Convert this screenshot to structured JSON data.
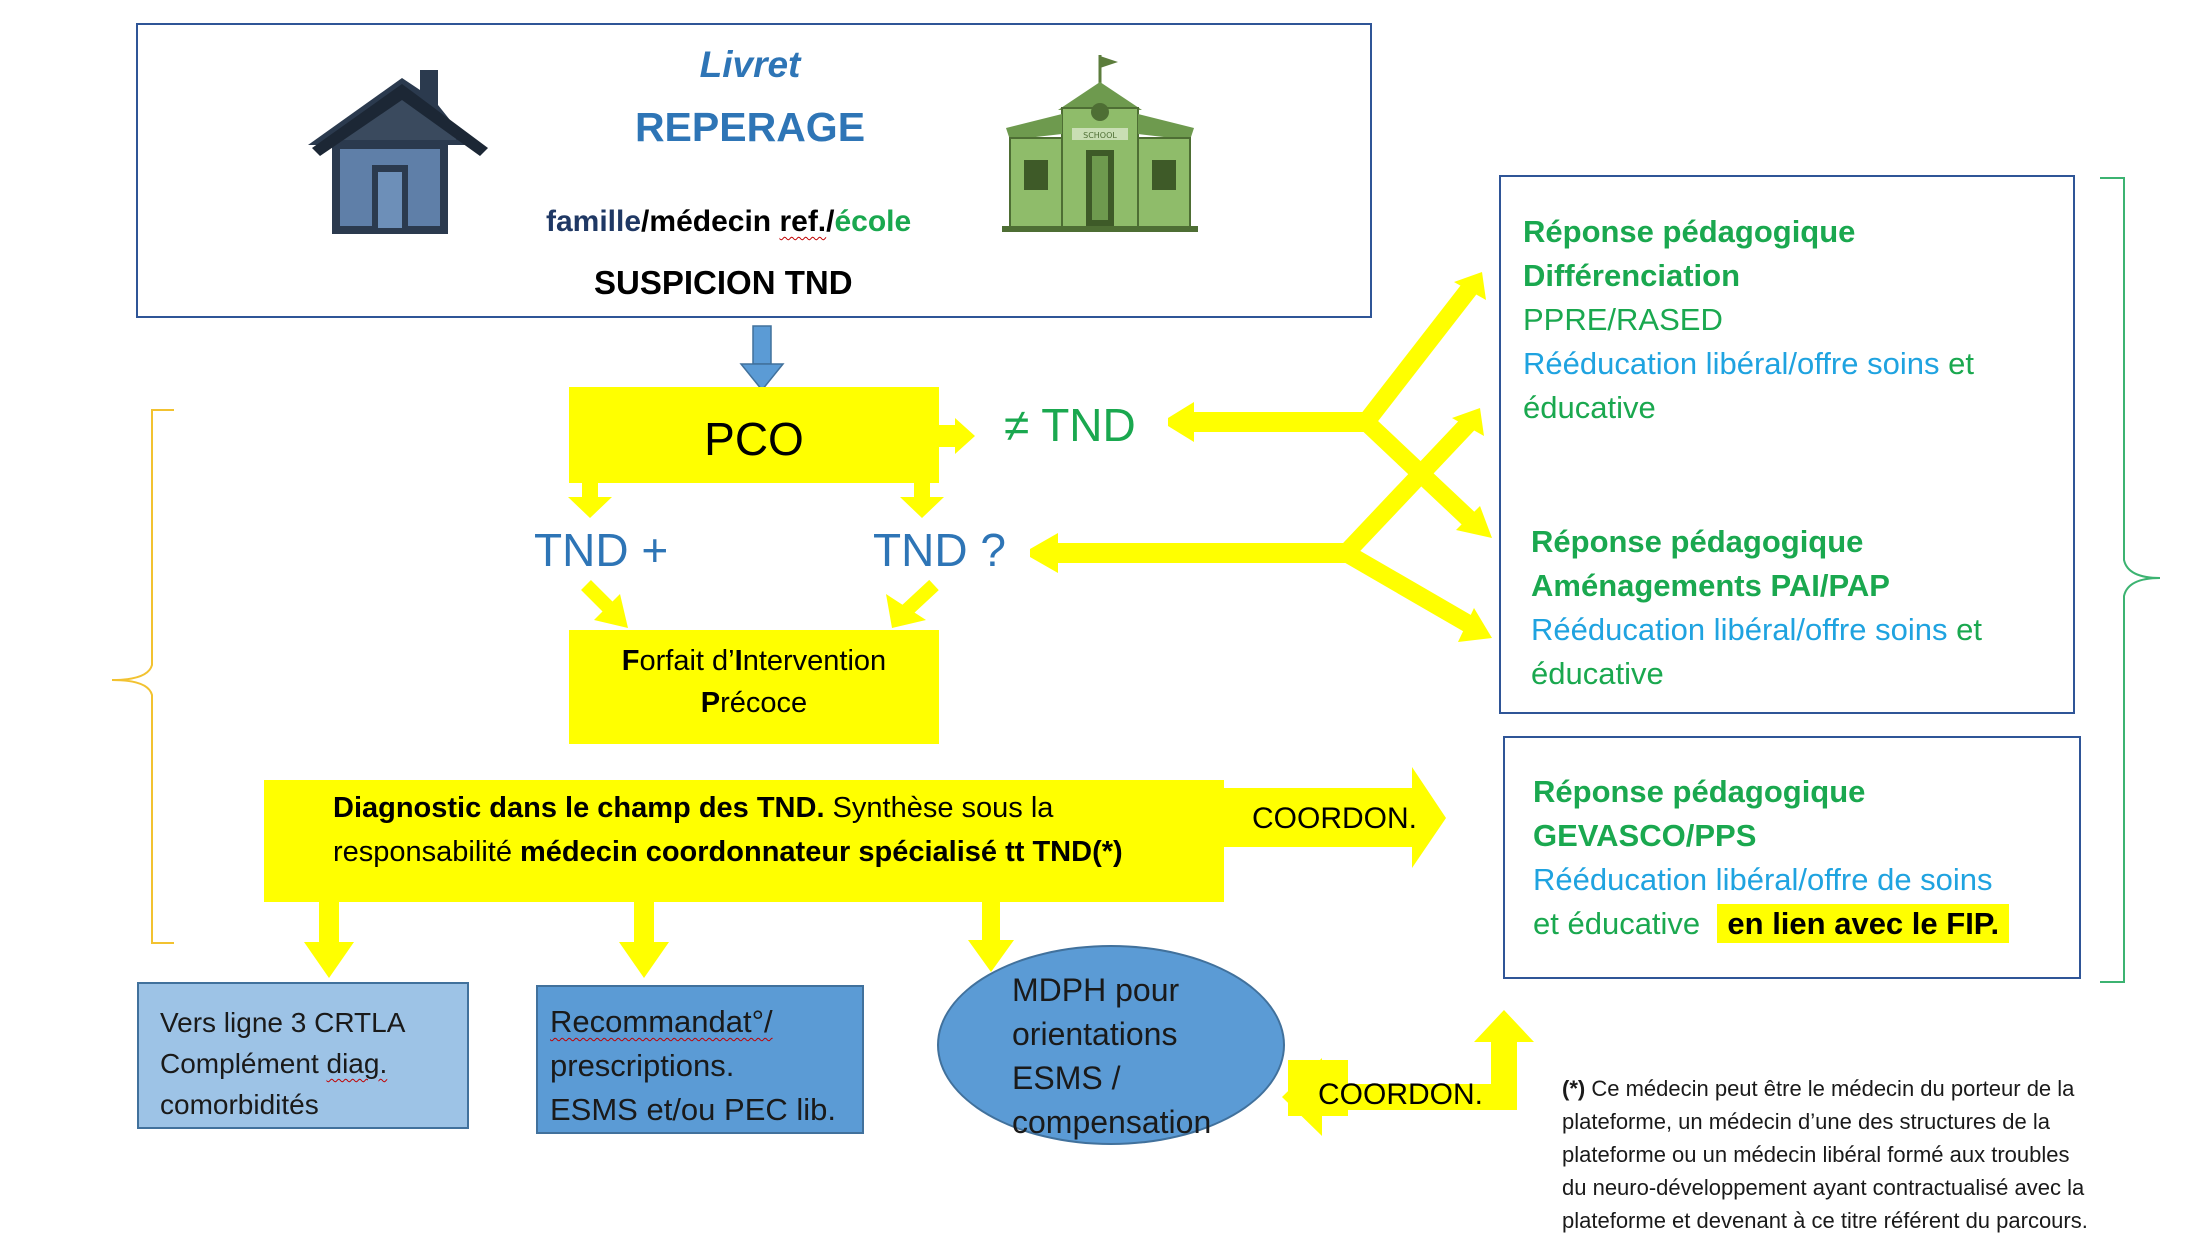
{
  "top": {
    "title_line1": "Livret",
    "title_line2": "REPERAGE",
    "actors_famille": "famille",
    "actors_slash1": "/",
    "actors_medecin": "médecin",
    "actors_ref": "ref.",
    "actors_slash2": "/",
    "actors_ecole": "école",
    "suspicion": "SUSPICION TND",
    "school_sign": "SCHOOL"
  },
  "pco": {
    "label": "PCO"
  },
  "not_tnd": {
    "label": "≠ TND"
  },
  "tnd_plus": {
    "label": "TND +"
  },
  "tnd_q": {
    "label": "TND ?"
  },
  "fip": {
    "f": "F",
    "orfait": "orfait d’",
    "i": "I",
    "ntervention": "ntervention",
    "p": "P",
    "recoce": "récoce"
  },
  "diagnostic": {
    "bold1": "Diagnostic dans le champ des TND.",
    "normal1": " Synthèse sous la",
    "normal2": "responsabilité ",
    "bold2": "médecin coordonnateur spécialisé tt TND(*)"
  },
  "coordon_right": "COORDON.",
  "coordon_bottom": "COORDON.",
  "reponse1": {
    "l1": "Réponse pédagogique",
    "l2": "Différenciation",
    "l3": "PPRE/RASED",
    "l4a": "Rééducation libéral/offre soins",
    "l4b": " et",
    "l5": "éducative"
  },
  "reponse2": {
    "l1": "Réponse pédagogique",
    "l2": "Aménagements PAI/PAP",
    "l3a": "Rééducation libéral/offre soins",
    "l3b": " et",
    "l4": "éducative"
  },
  "reponse3": {
    "l1": "Réponse pédagogique",
    "l2": "GEVASCO/PPS",
    "l3": "Rééducation libéral/offre de soins",
    "l4": "et éducative",
    "l4_highlight": "en lien avec le FIP."
  },
  "crtla": {
    "l1": "Vers ligne 3 CRTLA",
    "l2a": "Complément ",
    "l2b": "diag.",
    "l3": "comorbidités"
  },
  "recommandat": {
    "l1": "Recommandat°/",
    "l2": "prescriptions.",
    "l3": "ESMS et/ou PEC lib."
  },
  "mdph": {
    "l1": "MDPH pour",
    "l2": "orientations",
    "l3": "ESMS /",
    "l4": "compensation"
  },
  "footnote": {
    "star": "(*)",
    "l1": " Ce médecin peut être le médecin du porteur de la",
    "l2": "plateforme, un médecin d’une des structures de la",
    "l3": "plateforme ou un médecin libéral formé aux troubles",
    "l4": "du neuro-développement ayant contractualisé avec la",
    "l5": "plateforme et devenant à ce titre référent du parcours."
  },
  "colors": {
    "yellow": "#ffff00",
    "box_border": "#2f5597",
    "blue_text": "#2e75b6",
    "green_text": "#1aa84f",
    "cyan_text": "#1fa3e0",
    "navy_text": "#1f3864",
    "bracket_left": "#f2c230",
    "bracket_right": "#3cb371",
    "house": "#44546a",
    "school": "#8fbc6a"
  },
  "icons": [
    "house-icon",
    "school-icon"
  ]
}
